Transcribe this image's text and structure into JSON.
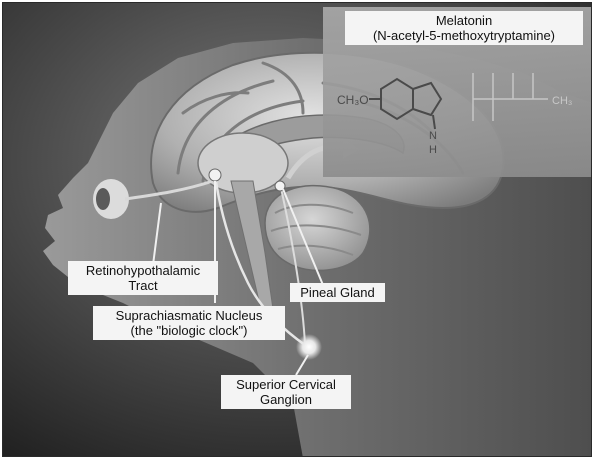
{
  "molecule": {
    "title": "Melatonin",
    "subtitle": "(N-acetyl-5-methoxytryptamine)",
    "methoxy_group": "CH₃O",
    "methyl_group": "CH₃",
    "amine_n": "N",
    "amine_h": "H"
  },
  "labels": {
    "retino_line1": "Retinohypothalamic",
    "retino_line2": "Tract",
    "pineal": "Pineal Gland",
    "scn_line1": "Suprachiasmatic Nucleus",
    "scn_line2": "(the \"biologic clock\")",
    "scg_line1": "Superior Cervical",
    "scg_line2": "Ganglion"
  },
  "colors": {
    "background_dark": "#2b2b2b",
    "brain_light": "#b9b9b9",
    "label_bg": "#f4f4f4",
    "label_text": "#111111"
  }
}
